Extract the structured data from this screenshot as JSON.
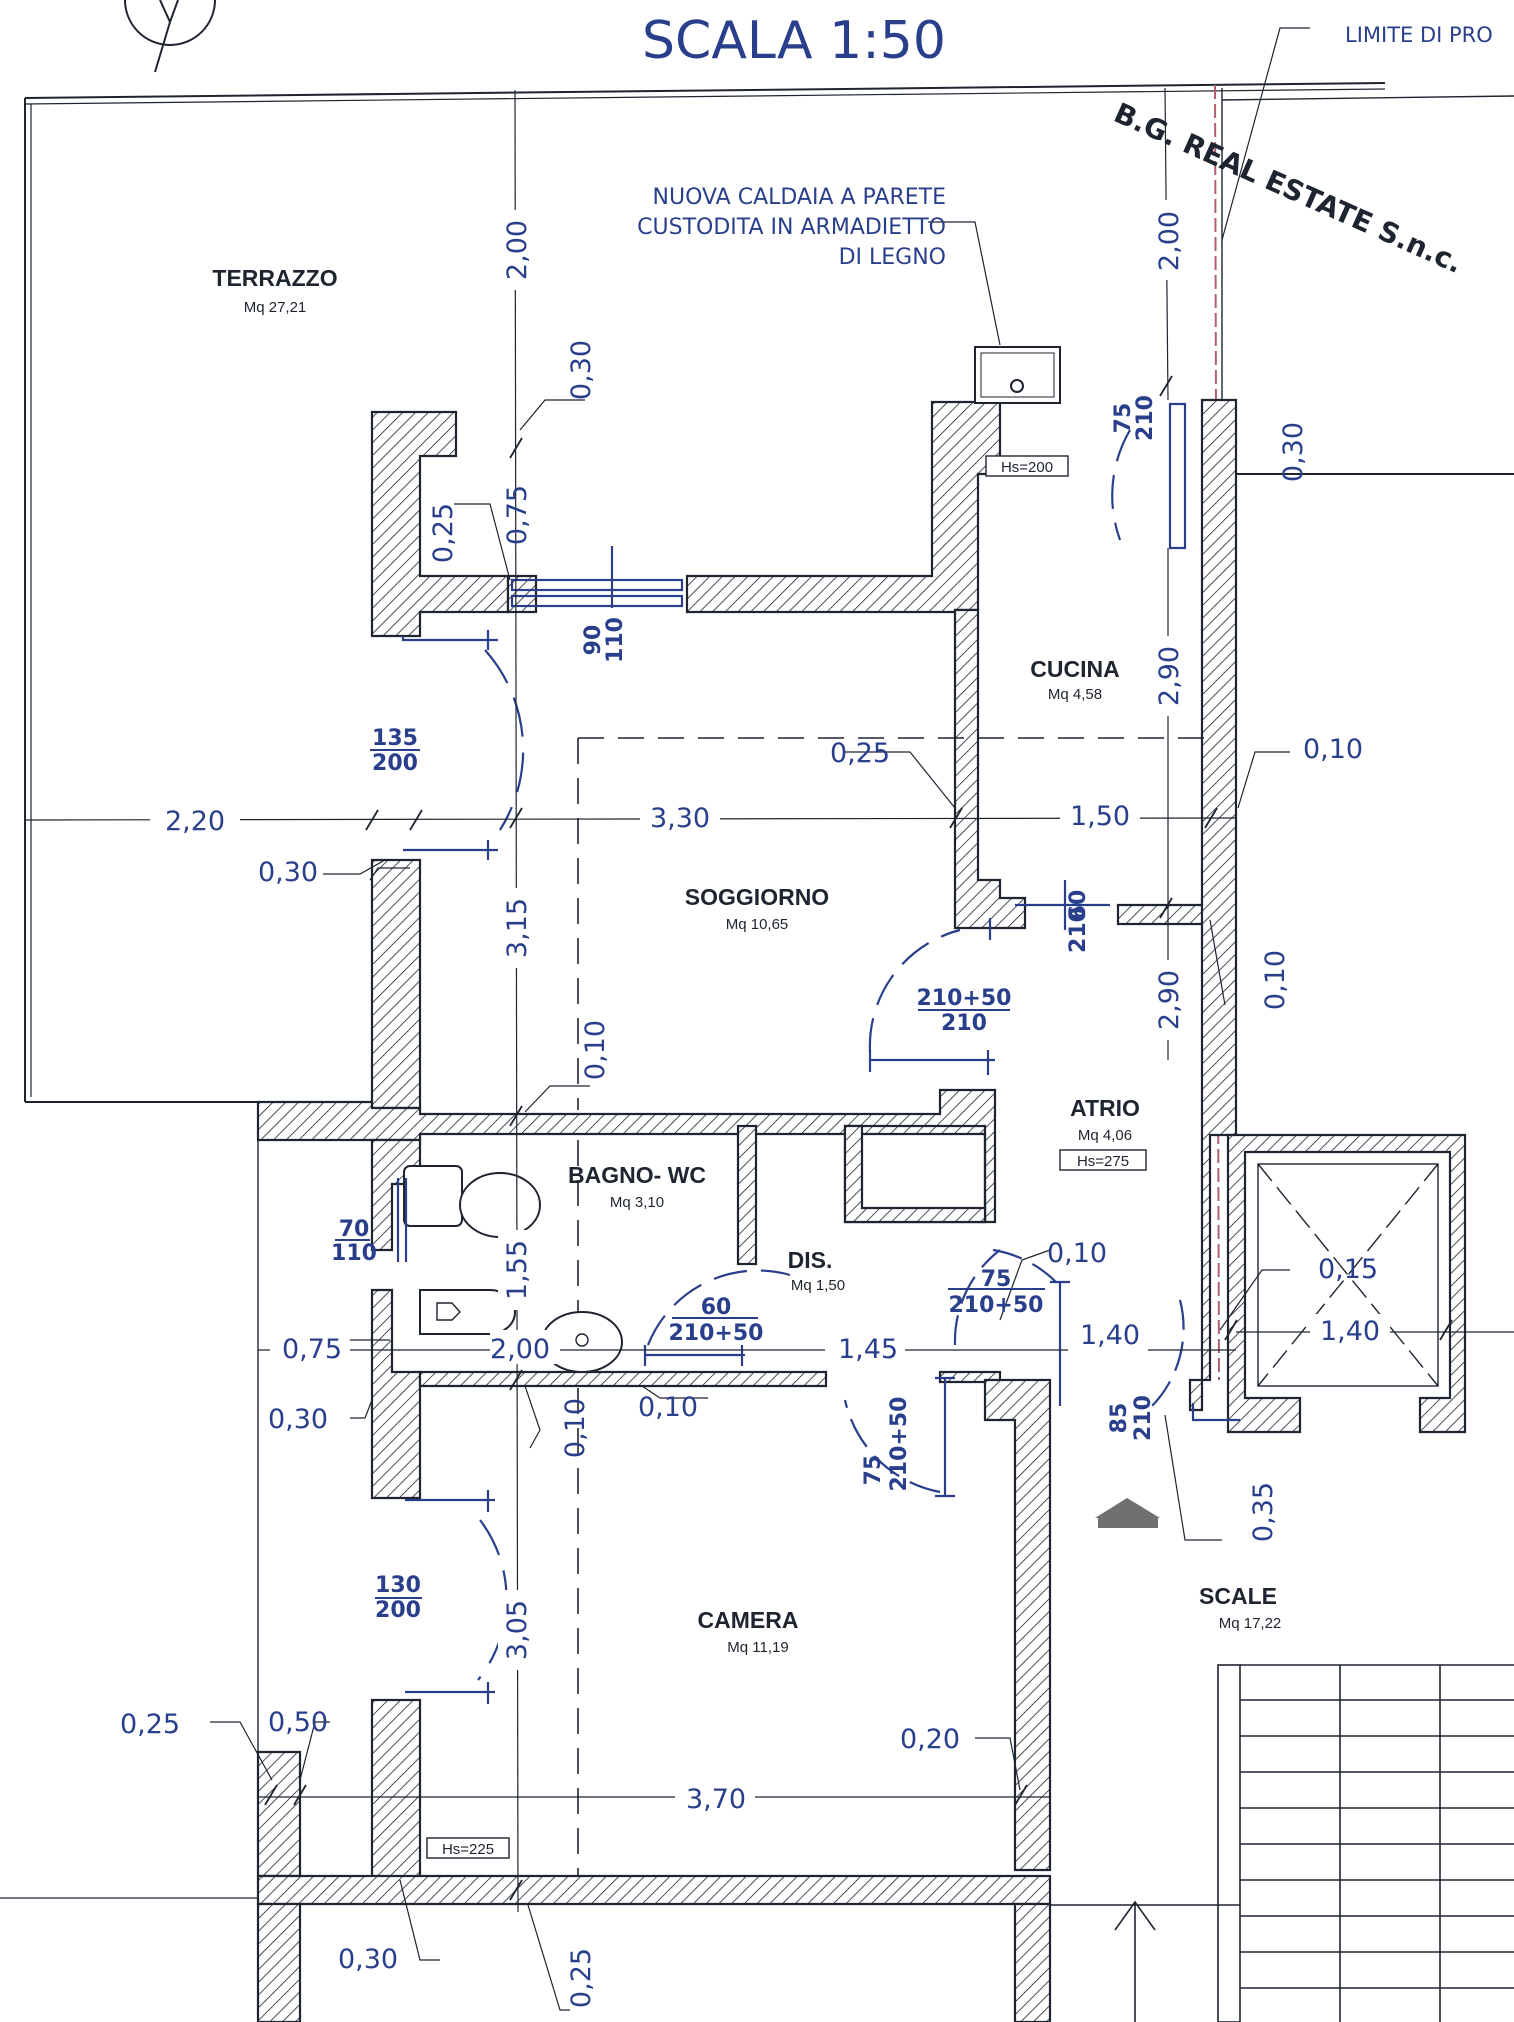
{
  "header": {
    "scale": "SCALA 1:50",
    "limit_label": "LIMITE DI PRO",
    "company": "B.G. REAL ESTATE S.n.c."
  },
  "boiler_note": {
    "line1": "NUOVA CALDAIA A PARETE",
    "line2": "CUSTODITA IN ARMADIETTO",
    "line3": "DI LEGNO"
  },
  "rooms": {
    "terrazzo": {
      "name": "TERRAZZO",
      "area": "Mq 27,21"
    },
    "cucina": {
      "name": "CUCINA",
      "area": "Mq 4,58"
    },
    "soggiorno": {
      "name": "SOGGIORNO",
      "area": "Mq 10,65"
    },
    "atrio": {
      "name": "ATRIO",
      "area": "Mq 4,06"
    },
    "bagno": {
      "name": "BAGNO- WC",
      "area": "Mq 3,10"
    },
    "dis": {
      "name": "DIS.",
      "area": "Mq 1,50"
    },
    "camera": {
      "name": "CAMERA",
      "area": "Mq 11,19"
    },
    "scale": {
      "name": "SCALE",
      "area": "Mq 17,22"
    }
  },
  "heights": {
    "cucina": "Hs=200",
    "atrio": "Hs=275",
    "camera": "Hs=225"
  },
  "dimensions": {
    "d_200_left": "2,00",
    "d_200_right": "2,00",
    "d_030_top": "0,30",
    "d_075": "0,75",
    "d_025_wall": "0,25",
    "d_030_right": "0,30",
    "d_290_top": "2,90",
    "d_025_mid": "0,25",
    "d_010_right": "0,10",
    "d_220": "2,20",
    "d_330": "3,30",
    "d_150": "1,50",
    "d_030_left": "0,30",
    "d_315": "3,15",
    "d_290_bot": "2,90",
    "d_010_side": "0,10",
    "d_010_vert": "0,10",
    "d_155": "1,55",
    "d_200_bath": "2,00",
    "d_075_left": "0,75",
    "d_030_bl": "0,30",
    "d_010_b1": "0,10",
    "d_010_b2": "0,10",
    "d_145": "1,45",
    "d_010_dis": "0,10",
    "d_140_a": "1,40",
    "d_140_b": "1,40",
    "d_015": "0,15",
    "d_035": "0,35",
    "d_305": "3,05",
    "d_025_bl": "0,25",
    "d_050": "0,50",
    "d_020": "0,20",
    "d_370": "3,70",
    "d_030_bot": "0,30",
    "d_025_bot": "0,25"
  },
  "doors": {
    "door_75_210_top": {
      "w": "75",
      "h": "210"
    },
    "door_90_110": {
      "w": "90",
      "h": "110"
    },
    "door_135_200": {
      "w": "135",
      "h": "200"
    },
    "door_60_210": {
      "w": "60",
      "h": "210"
    },
    "door_soggiorno": {
      "w": "210+50",
      "h": "210"
    },
    "door_70_110": {
      "w": "70",
      "h": "110"
    },
    "door_60_bath": {
      "w": "60",
      "h": "210+50"
    },
    "door_75_dis": {
      "w": "75",
      "h": "210+50"
    },
    "door_75_camera": {
      "w": "75",
      "h": "210+50"
    },
    "door_85_210": {
      "w": "85",
      "h": "210"
    },
    "door_130_200": {
      "w": "130",
      "h": "200"
    }
  },
  "colors": {
    "ink": "#1e2430",
    "dimension": "#2a3f8c",
    "red_line": "#b06070"
  }
}
